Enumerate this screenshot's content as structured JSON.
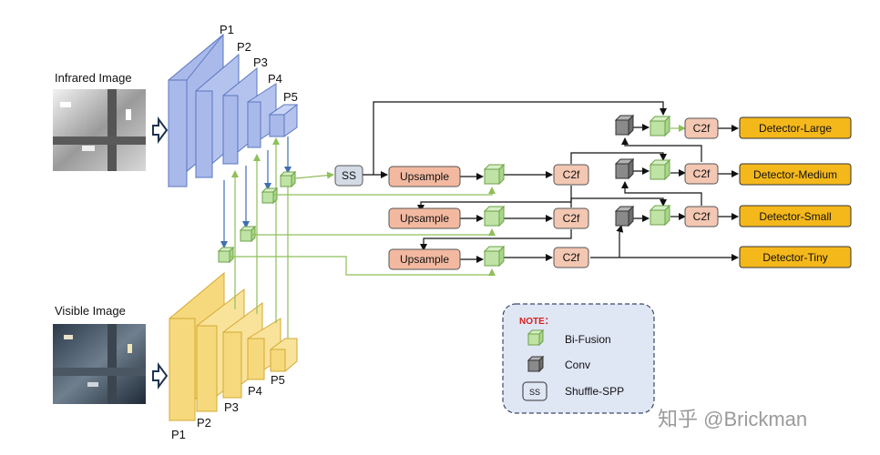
{
  "inputs": {
    "infrared": "Infrared Image",
    "visible": "Visible Image"
  },
  "pyramid_labels": [
    "P1",
    "P2",
    "P3",
    "P4",
    "P5"
  ],
  "blocks": {
    "ss": "SS",
    "upsample": "Upsample",
    "c2f": "C2f"
  },
  "detectors": {
    "large": "Detector-Large",
    "medium": "Detector-Medium",
    "small": "Detector-Small",
    "tiny": "Detector-Tiny"
  },
  "legend": {
    "title": "NOTE：",
    "bifusion": "Bi-Fusion",
    "conv": "Conv",
    "ss_icon": "SS",
    "shuffle_spp": "Shuffle-SPP"
  },
  "watermark": "知乎 @Brickman",
  "colors": {
    "infrared_stack": "#a9b9ea",
    "visible_stack": "#f6d97d",
    "bifusion": "#bfe3a4",
    "conv": "#8a8a8a",
    "upsample": "#f3b9a0",
    "c2f": "#f3c7b2",
    "detector": "#f5b81b",
    "legend_bg": "#dfe6f4",
    "blue_line": "#3f6fb0",
    "green_line": "#8fbf5a"
  }
}
